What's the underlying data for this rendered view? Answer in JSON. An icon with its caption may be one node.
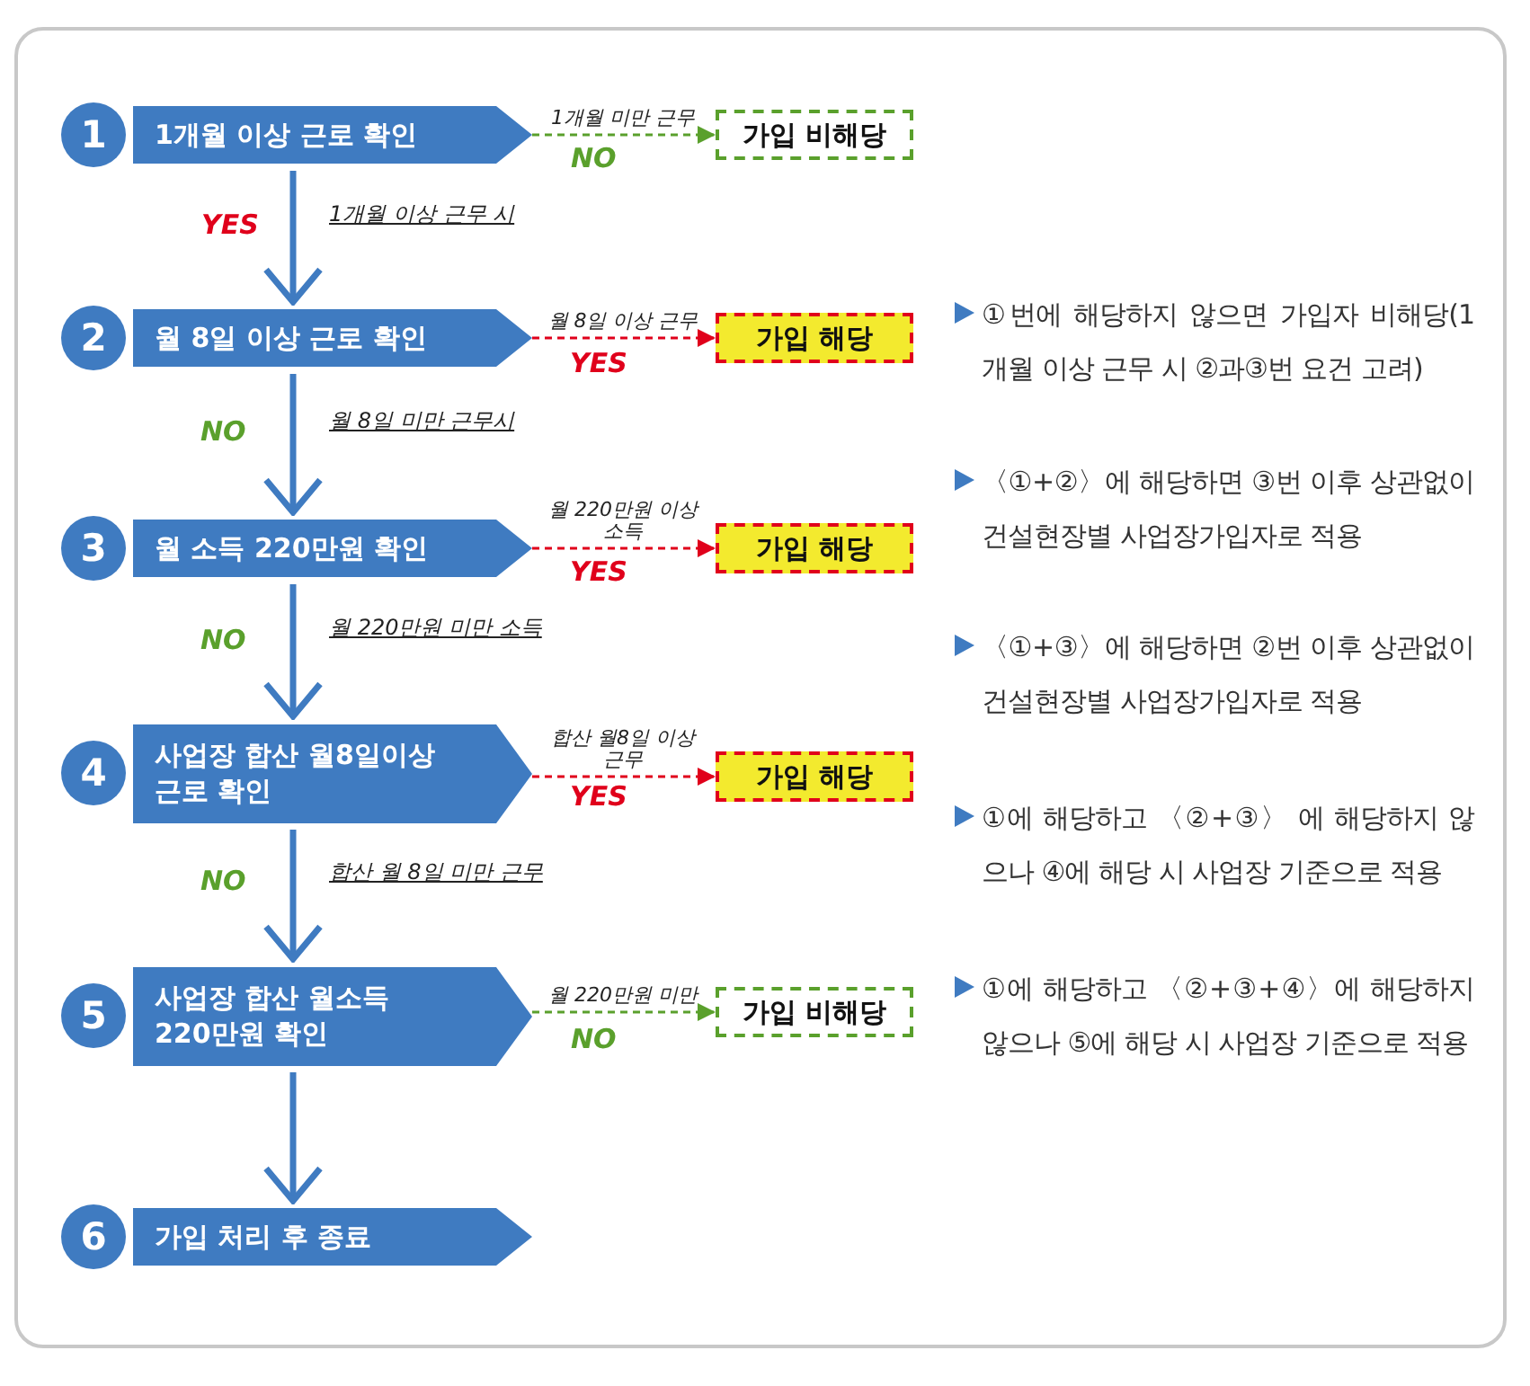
{
  "diagram": {
    "nodes": [
      {
        "text": [
          "1개월 이상 근로 확인"
        ],
        "beside": [
          "1"
        ]
      },
      {
        "text": [
          "가입 비해당"
        ]
      },
      {
        "text": [
          "월 8일 이상 근로 확인"
        ],
        "beside": [
          "2"
        ]
      },
      {
        "text": [
          "가입 해당"
        ]
      },
      {
        "text": [
          "월 소득 220만원 확인"
        ],
        "beside": [
          "3"
        ]
      },
      {
        "text": [
          "가입 해당"
        ]
      },
      {
        "text": [
          "사업장 합산 월8일이상 근로 확인"
        ],
        "beside": [
          "4"
        ]
      },
      {
        "text": [
          "가입 해당"
        ]
      },
      {
        "text": [
          "사업장 합산 월소득 220만원 확인"
        ],
        "beside": [
          "5"
        ]
      },
      {
        "text": [
          "가입 비해당"
        ]
      },
      {
        "text": [
          "가입 처리 후 종료"
        ],
        "beside": [
          "6"
        ]
      }
    ],
    "edges": [
      {
        "from": 0,
        "to": 1,
        "arrow": "to",
        "label": "1개월 미만 근무",
        "style": "dashed",
        "color": "#5aa02c"
      },
      {
        "from": 0,
        "to": 2,
        "arrow": "to",
        "label": "1개월 이상 근무 시",
        "style": "thick"
      },
      {
        "from": 2,
        "to": 3,
        "arrow": "to",
        "label": "월 8일 이상 근무",
        "style": "dashed",
        "color": "#e0001b"
      },
      {
        "from": 2,
        "to": 4,
        "arrow": "to",
        "label": "월 8일 미만 근무시",
        "style": "thick"
      },
      {
        "from": 4,
        "to": 5,
        "arrow": "to",
        "label": "월 220만원 이상 소득",
        "style": "dashed",
        "color": "#e0001b"
      },
      {
        "from": 4,
        "to": 6,
        "arrow": "to",
        "label": "월 220만원 미만 소득",
        "style": "thick"
      },
      {
        "from": 6,
        "to": 7,
        "arrow": "to",
        "label": "합산 월8일 이상 근무",
        "style": "dashed",
        "color": "#e0001b"
      },
      {
        "from": 6,
        "to": 8,
        "arrow": "to",
        "label": "합산 월 8일 미만 근무",
        "style": "thick"
      },
      {
        "from": 8,
        "to": 9,
        "arrow": "to",
        "label": "월 220만원 미만",
        "style": "dashed",
        "color": "#5aa02c"
      },
      {
        "from": 8,
        "to": 10,
        "arrow": "to",
        "style": "thick"
      }
    ],
    "labels": [
      "NO",
      "YES",
      "YES",
      "NO",
      "YES",
      "NO",
      "YES",
      "NO",
      "NO",
      "①번에 해당하지 않으면 가입자 비해당(1개월 이상 근무 시 ②과③번 요건 고려)",
      "〈①+②〉에 해당하면 ③번 이후 상관없이 건설현장별 사업장가입자로 적용",
      "〈①+③〉에 해당하면 ②번 이후 상관없이 건설현장별 사업장가입자로 적용",
      "①에 해당하고 〈②+③〉 에 해당하지 않으나 ④에 해당 시 사업장 기준으로 적용",
      "①에 해당하고 〈②+③+④〉에 해당하지 않으나 ⑤에 해당 시 사업장 기준으로 적용"
    ]
  }
}
